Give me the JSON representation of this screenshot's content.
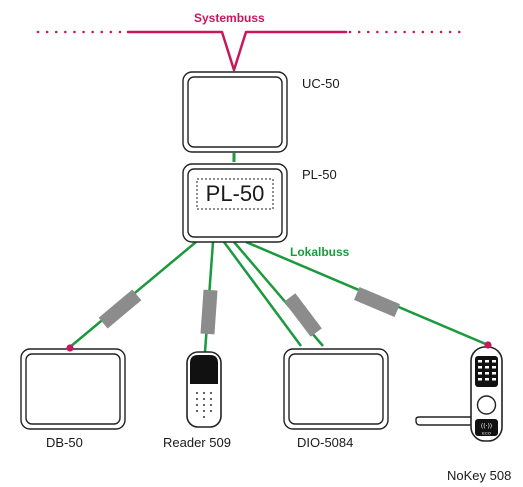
{
  "colors": {
    "system_bus": "#c8175d",
    "local_bus": "#1a9a3d",
    "connector": "#8c8c8c",
    "device_stroke": "#222222",
    "dot": "#c8175d"
  },
  "system_bus": {
    "label": "Systembuss"
  },
  "local_bus": {
    "label": "Lokalbuss"
  },
  "devices": {
    "uc50": {
      "label": "UC-50"
    },
    "pl50": {
      "label": "PL-50",
      "display_text": "PL-50"
    },
    "db50": {
      "label": "DB-50"
    },
    "reader509": {
      "label": "Reader 509"
    },
    "dio5084": {
      "label": "DIO-5084"
    },
    "nokey508": {
      "label": "NoKey 508",
      "badge_text": "ECO"
    }
  }
}
